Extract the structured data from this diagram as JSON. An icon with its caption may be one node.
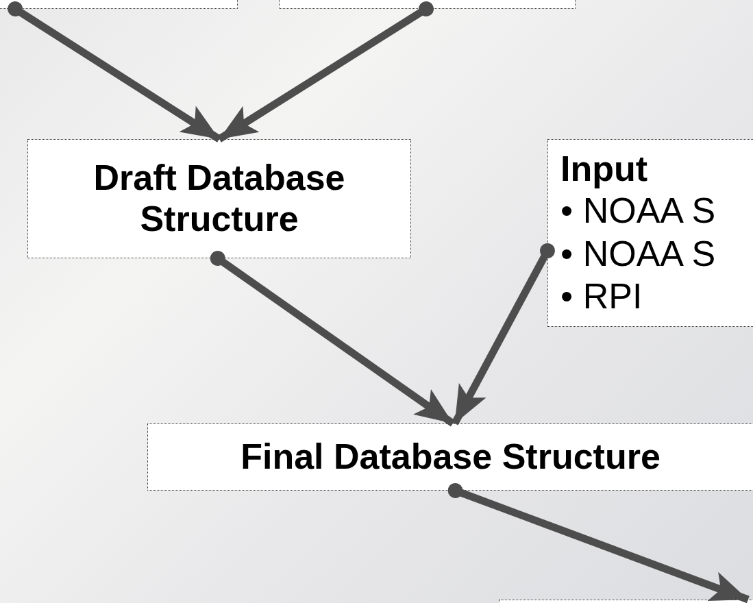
{
  "diagram": {
    "nodes": [
      {
        "text": [],
        "shape": "box"
      },
      {
        "text": [],
        "shape": "box"
      },
      {
        "text": [
          "Draft Database Structure"
        ]
      },
      {
        "text": [
          "Input",
          "• NOAA S",
          "• NOAA S",
          "• RPI"
        ]
      },
      {
        "text": [
          "Final Database Structure"
        ]
      },
      {
        "text": [],
        "shape": "box"
      }
    ],
    "edges": [
      {
        "from": 0,
        "to": 2,
        "arrow": "to"
      },
      {
        "from": 1,
        "to": 2,
        "arrow": "to"
      },
      {
        "from": 2,
        "to": 4,
        "arrow": "to"
      },
      {
        "from": 3,
        "to": 4,
        "arrow": "to"
      },
      {
        "from": 4,
        "to": 5,
        "arrow": "to"
      }
    ]
  }
}
